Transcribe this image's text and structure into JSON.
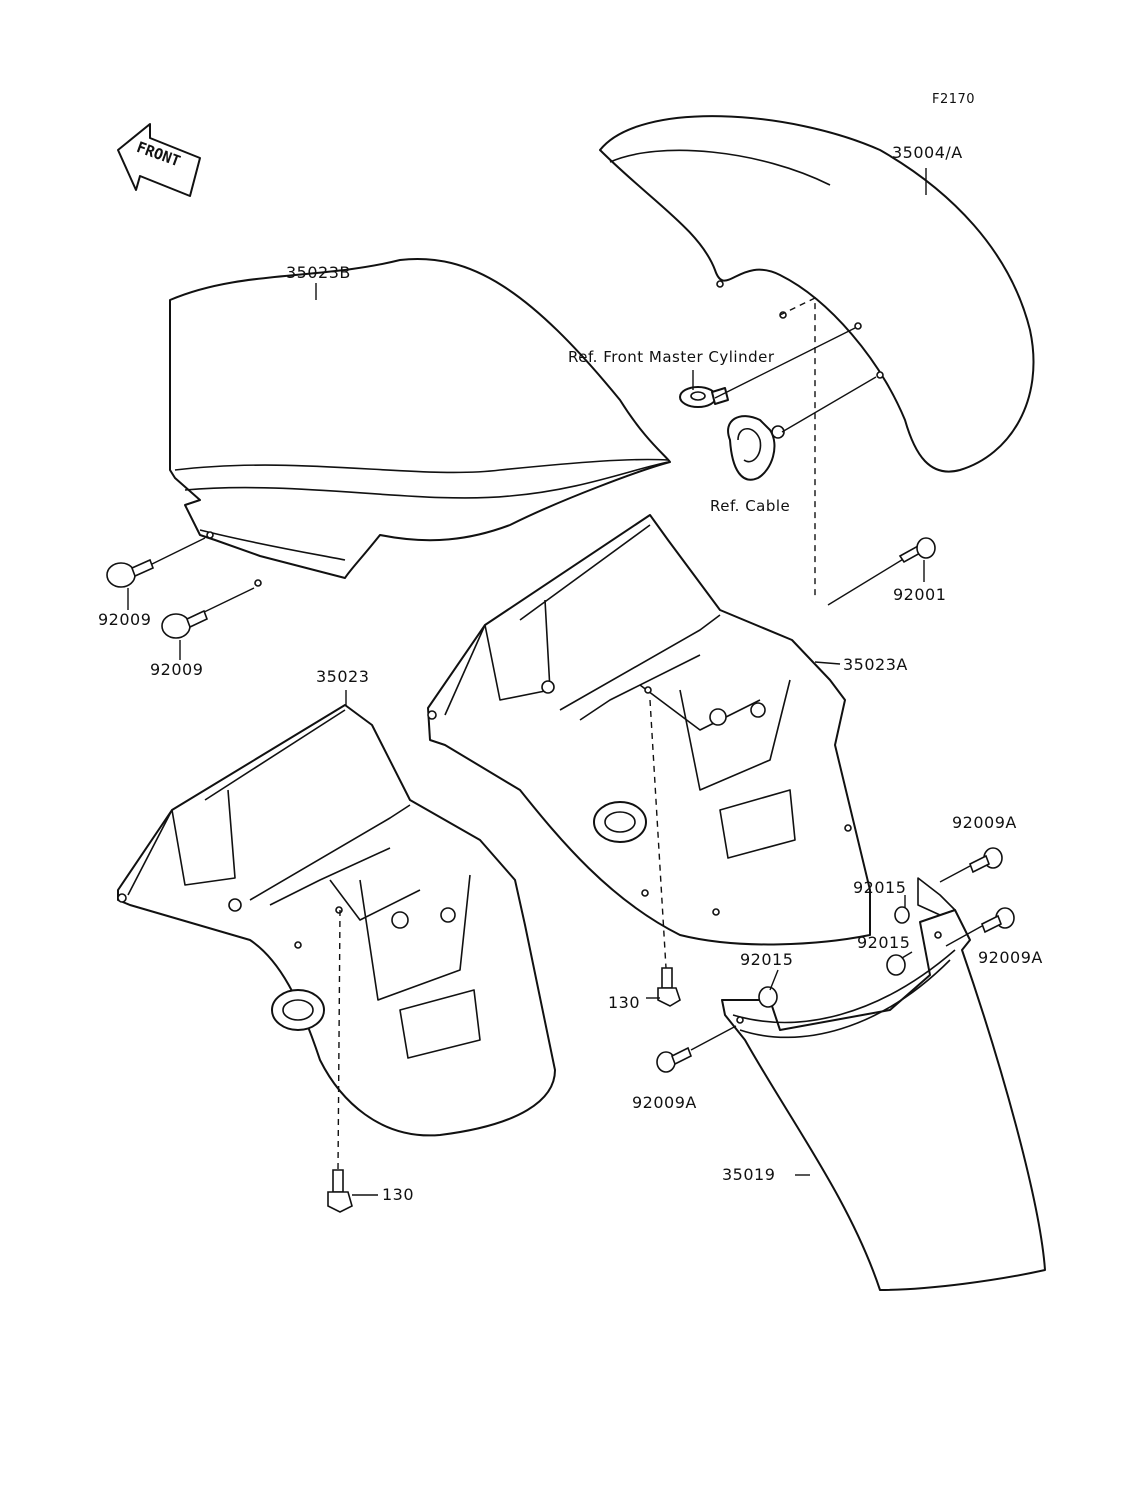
{
  "diagram": {
    "figure_code": "F2170",
    "front_arrow_label": "FRONT",
    "callouts": {
      "front_fender": "35004/A",
      "rear_fender_cover": "35023B",
      "ref_front_master_cylinder": "Ref. Front Master Cylinder",
      "ref_cable": "Ref. Cable",
      "screw_92001": "92001",
      "screw_92009_upper": "92009",
      "screw_92009_lower": "92009",
      "rear_fender_35023": "35023",
      "rear_fender_35023a": "35023A",
      "screw_92009a_top": "92009A",
      "screw_92009a_right": "92009A",
      "screw_92009a_left": "92009A",
      "nut_92015_a": "92015",
      "nut_92015_b": "92015",
      "nut_92015_c": "92015",
      "bolt_130_mid": "130",
      "bolt_130_bottom": "130",
      "flap_35019": "35019"
    }
  }
}
